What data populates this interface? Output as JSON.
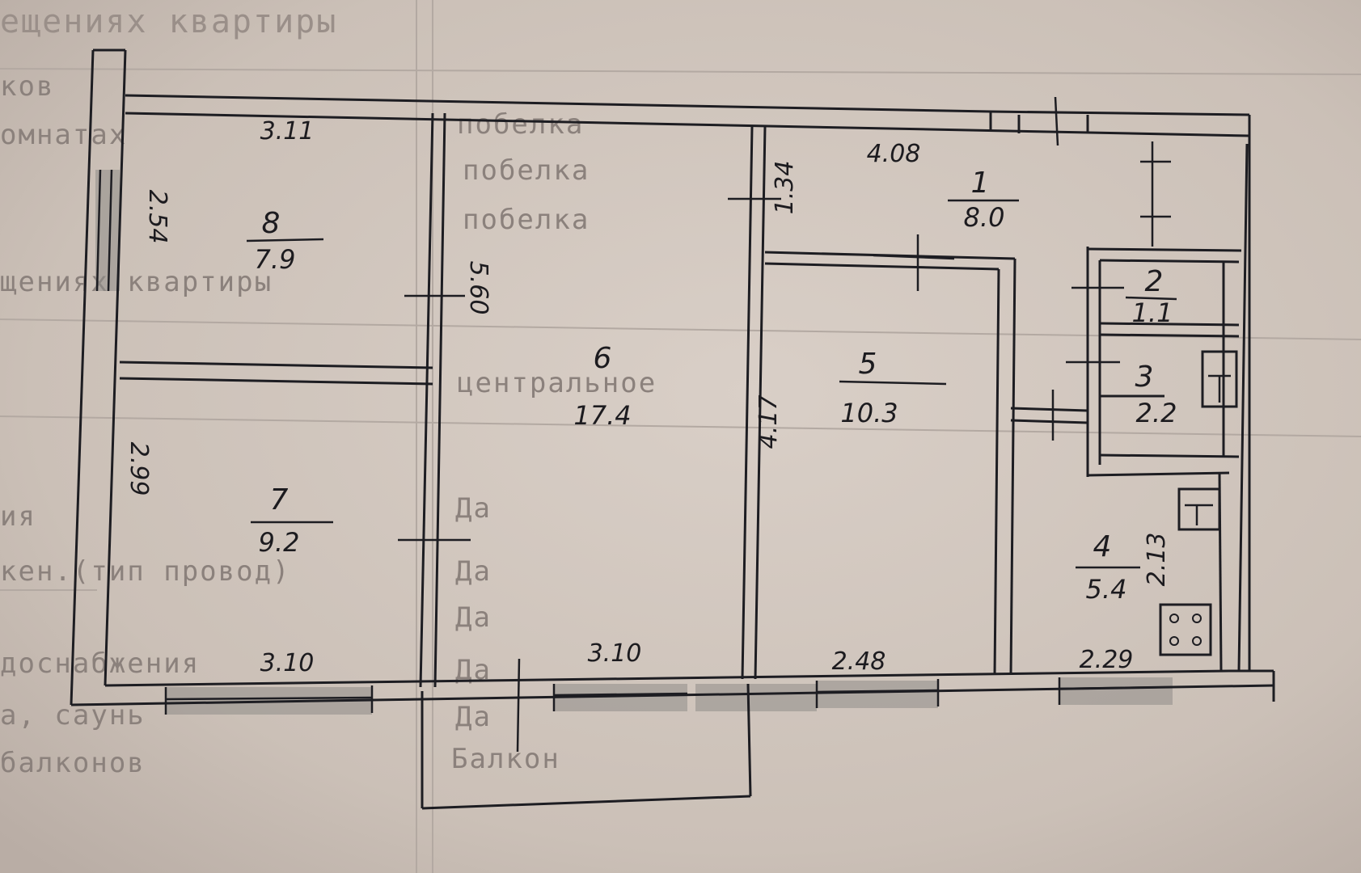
{
  "background_form": {
    "header_fragment": "ещениях квартиры",
    "side_fragments": [
      "ков",
      "омнатах",
      "щениях квартиры",
      "ия",
      "кен.(тип провод)",
      "доснабжения",
      "а, саунь",
      "балконов"
    ],
    "finish_entries": [
      "побелка",
      "побелка",
      "побелка",
      "центральное",
      "Да",
      "Да",
      "Да",
      "Да",
      "Да",
      "Балкон"
    ]
  },
  "rooms": [
    {
      "id": "1",
      "area": "8.0"
    },
    {
      "id": "2",
      "area": "1.1"
    },
    {
      "id": "3",
      "area": "2.2"
    },
    {
      "id": "4",
      "area": "5.4"
    },
    {
      "id": "5",
      "area": "10.3"
    },
    {
      "id": "6",
      "area": "17.4"
    },
    {
      "id": "7",
      "area": "9.2"
    },
    {
      "id": "8",
      "area": "7.9"
    }
  ],
  "dimensions": {
    "room8_width": "3.11",
    "room8_depth": "2.54",
    "room1_width": "4.08",
    "room1_depth": "1.34",
    "room6_depth": "5.60",
    "room7_depth": "2.99",
    "room5_depth": "4.17",
    "room4_depth": "2.13",
    "room7_width": "3.10",
    "room6_width": "3.10",
    "room5_width": "2.48",
    "room4_width": "2.29"
  }
}
